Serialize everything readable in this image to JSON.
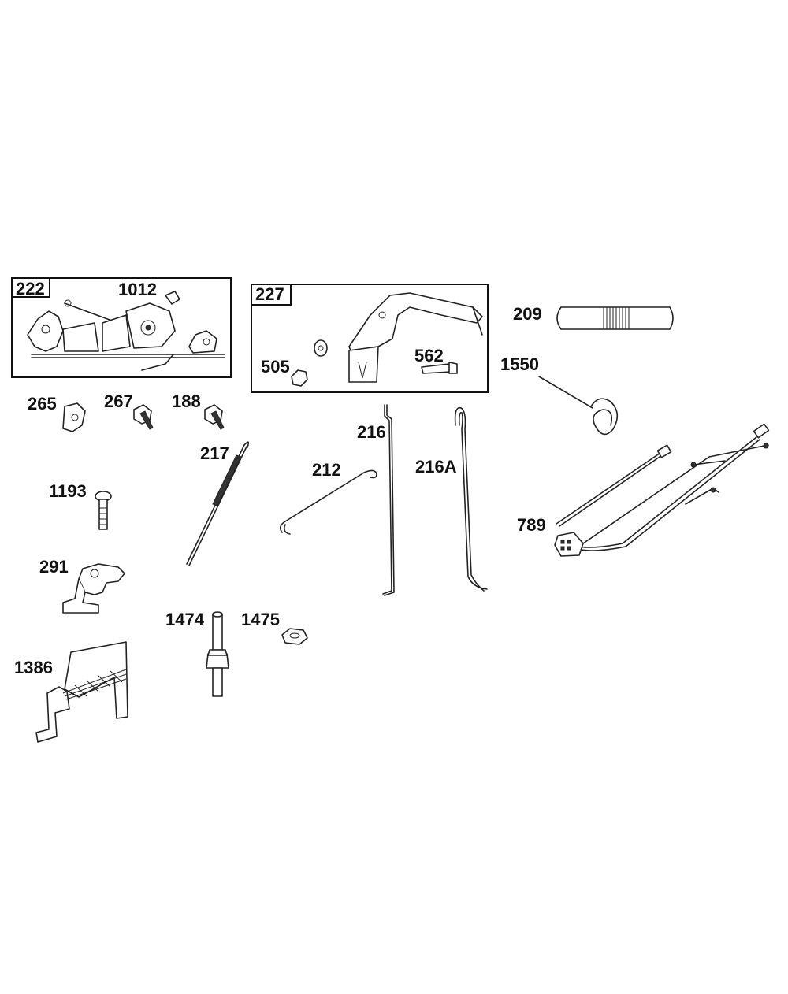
{
  "parts": {
    "p222": "222",
    "p1012": "1012",
    "p227": "227",
    "p505": "505",
    "p562": "562",
    "p209": "209",
    "p1550": "1550",
    "p265": "265",
    "p267": "267",
    "p188": "188",
    "p217": "217",
    "p216": "216",
    "p212": "212",
    "p216A": "216A",
    "p1193": "1193",
    "p789": "789",
    "p291": "291",
    "p1474": "1474",
    "p1475": "1475",
    "p1386": "1386"
  }
}
